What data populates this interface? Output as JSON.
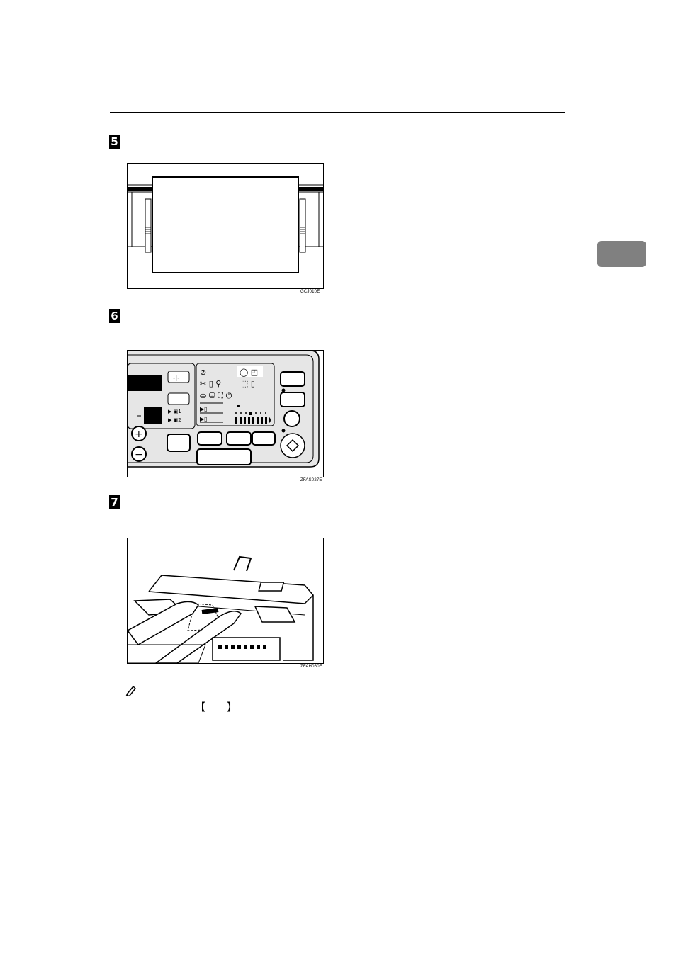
{
  "header": {
    "rule_color": "#000000"
  },
  "steps": [
    {
      "number": "5"
    },
    {
      "number": "6"
    },
    {
      "number": "7"
    }
  ],
  "figures": [
    {
      "code": "GCJ010E",
      "subject": "original-on-exposure-glass"
    },
    {
      "code": "ZFAS027E",
      "subject": "operation-panel"
    },
    {
      "code": "ZFAH060E",
      "subject": "inserting-original"
    }
  ],
  "note": {
    "icon": "pencil-note-icon",
    "open_bracket": "【",
    "close_bracket": "】"
  },
  "colors": {
    "chapter_tab": "#808080",
    "panel": "#e6e6e6"
  }
}
